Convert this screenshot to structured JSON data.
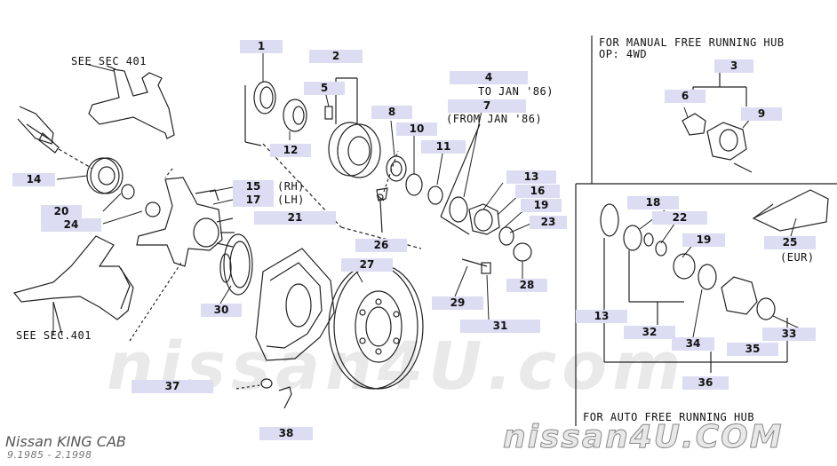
{
  "callouts": [
    {
      "id": "1",
      "label": "1"
    },
    {
      "id": "2",
      "label": "2"
    },
    {
      "id": "3",
      "label": "3"
    },
    {
      "id": "4",
      "label": "4"
    },
    {
      "id": "5",
      "label": "5"
    },
    {
      "id": "6",
      "label": "6"
    },
    {
      "id": "7",
      "label": "7"
    },
    {
      "id": "8",
      "label": "8"
    },
    {
      "id": "9",
      "label": "9"
    },
    {
      "id": "10",
      "label": "10"
    },
    {
      "id": "11",
      "label": "11"
    },
    {
      "id": "12",
      "label": "12"
    },
    {
      "id": "13a",
      "label": "13"
    },
    {
      "id": "13b",
      "label": "13"
    },
    {
      "id": "14",
      "label": "14"
    },
    {
      "id": "15",
      "label": "15"
    },
    {
      "id": "16",
      "label": "16"
    },
    {
      "id": "17",
      "label": "17"
    },
    {
      "id": "18",
      "label": "18"
    },
    {
      "id": "19a",
      "label": "19"
    },
    {
      "id": "19b",
      "label": "19"
    },
    {
      "id": "20",
      "label": "20"
    },
    {
      "id": "21",
      "label": "21"
    },
    {
      "id": "22",
      "label": "22"
    },
    {
      "id": "23",
      "label": "23"
    },
    {
      "id": "24",
      "label": "24"
    },
    {
      "id": "25",
      "label": "25"
    },
    {
      "id": "26",
      "label": "26"
    },
    {
      "id": "27",
      "label": "27"
    },
    {
      "id": "28",
      "label": "28"
    },
    {
      "id": "29",
      "label": "29"
    },
    {
      "id": "30",
      "label": "30"
    },
    {
      "id": "31",
      "label": "31"
    },
    {
      "id": "32",
      "label": "32"
    },
    {
      "id": "33",
      "label": "33"
    },
    {
      "id": "34",
      "label": "34"
    },
    {
      "id": "35",
      "label": "35"
    },
    {
      "id": "36",
      "label": "36"
    },
    {
      "id": "37",
      "label": "37"
    },
    {
      "id": "38",
      "label": "38"
    }
  ],
  "notes": {
    "see_sec_top": "SEE SEC 401",
    "see_sec_bottom": "SEE SEC.401",
    "to_jan": "TO JAN '86)",
    "from_jan": "(FROM JAN '86)",
    "rh": "(RH)",
    "lh": "(LH)",
    "eur": "(EUR)",
    "manual_hub": "FOR MANUAL FREE RUNNING HUB\nOP: 4WD",
    "auto_hub": "FOR AUTO FREE RUNNING HUB"
  },
  "footer": {
    "title": "Nissan KING CAB",
    "dates": "9.1985 - 2.1998"
  },
  "watermark": {
    "center": "nissan4U.com",
    "corner": "nissan4U.COM"
  },
  "colors": {
    "callout_bg": "#dcdcf2",
    "line": "#222222",
    "watermark": "#d8d8d8"
  }
}
